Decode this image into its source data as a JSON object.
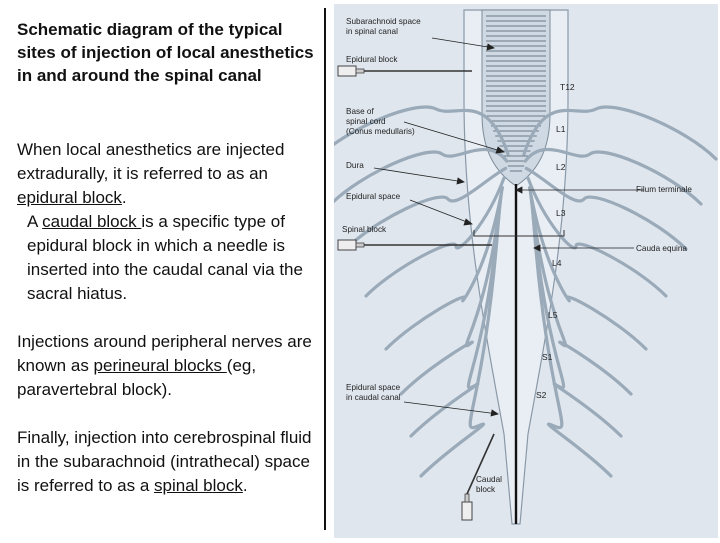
{
  "slide": {
    "title": "Schematic diagram of the typical sites of injection of local anesthetics in and around the spinal canal",
    "p1_before": "When local anesthetics are injected extradurally, it is referred to as an ",
    "p1_term": "epidural block",
    "p1_after": ".",
    "p2_before": "A ",
    "p2_term": "caudal block ",
    "p2_after": "is a specific type of epidural block in which a needle is inserted into the caudal canal via the sacral hiatus.",
    "p3_before": "Injections around peripheral nerves are known as ",
    "p3_term": "perineural blocks ",
    "p3_after": "(eg, paravertebral block).",
    "p4_before": "Finally, injection into cerebrospinal fluid in the subarachnoid (intrathecal) space is referred to as a ",
    "p4_term": "spinal block",
    "p4_after": "."
  },
  "diagram": {
    "labels": {
      "subarachnoid_1": "Subarachnoid space",
      "subarachnoid_2": "in spinal canal",
      "epidural_block": "Epidural block",
      "base_1": "Base of",
      "base_2": "spinal cord",
      "base_3": "(Conus medullaris)",
      "dura": "Dura",
      "epidural_space": "Epidural space",
      "spinal_block": "Spinal block",
      "filum": "Filum terminale",
      "cauda": "Cauda equina",
      "caudal_space_1": "Epidural space",
      "caudal_space_2": "in caudal canal",
      "caudal_block_1": "Caudal",
      "caudal_block_2": "block"
    },
    "levels": [
      "T12",
      "L1",
      "L2",
      "L3",
      "L4",
      "L5",
      "S1",
      "S2"
    ],
    "colors": {
      "panel": "#dfe6ee",
      "cord": "#c7d3df",
      "nerve": "#9aaab9",
      "csf_blue": "#4a8fd0",
      "ink": "#222222"
    }
  }
}
